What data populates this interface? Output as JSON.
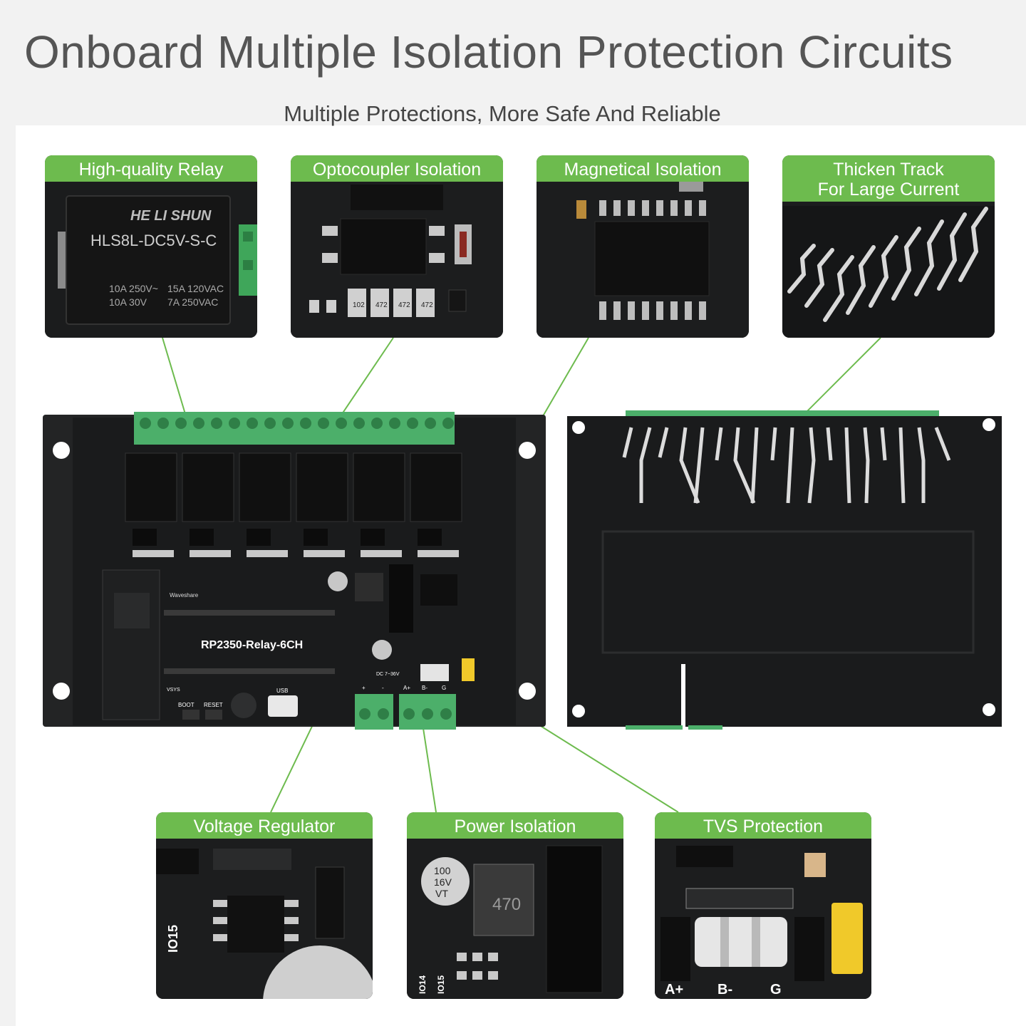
{
  "header": {
    "title": "Onboard Multiple Isolation Protection Circuits",
    "subtitle": "Multiple Protections, More Safe And Reliable"
  },
  "colors": {
    "accent": "#6dbb4e",
    "pcb": "#1c1d1e",
    "terminal": "#4caf6a"
  },
  "callouts": {
    "relay": "High-quality Relay",
    "optocoupler": "Optocoupler Isolation",
    "magnetical": "Magnetical Isolation",
    "track": "Thicken Track\nFor Large Current",
    "regulator": "Voltage Regulator",
    "power": "Power Isolation",
    "tvs": "TVS Protection"
  },
  "closeups": {
    "relay": {
      "brand": "HE LI SHUN",
      "model": "HLS8L-DC5V-S-C",
      "rating_1": "10A 250V~",
      "rating_2": "10A 30V",
      "rating_3": "15A 120VAC",
      "rating_4": "7A 250VAC"
    },
    "resistors": [
      "102",
      "472",
      "472",
      "472"
    ],
    "capacitor": [
      "100",
      "16V",
      "VT"
    ],
    "inductor": "470",
    "regulator_pin": "IO15",
    "power_pins": [
      "IO14",
      "IO15"
    ],
    "tvs_terminals": [
      "A+",
      "B-",
      "G"
    ]
  },
  "board": {
    "name": "RP2350-Relay-6CH",
    "brand": "Waveshare",
    "buttons": [
      "BOOT",
      "RESET"
    ],
    "usb": "USB",
    "dc": "DC 7~36V",
    "power_terminal": [
      "+",
      "-"
    ],
    "rs485_terminal": [
      "A+",
      "B-",
      "G"
    ],
    "vsys": "VSYS"
  }
}
